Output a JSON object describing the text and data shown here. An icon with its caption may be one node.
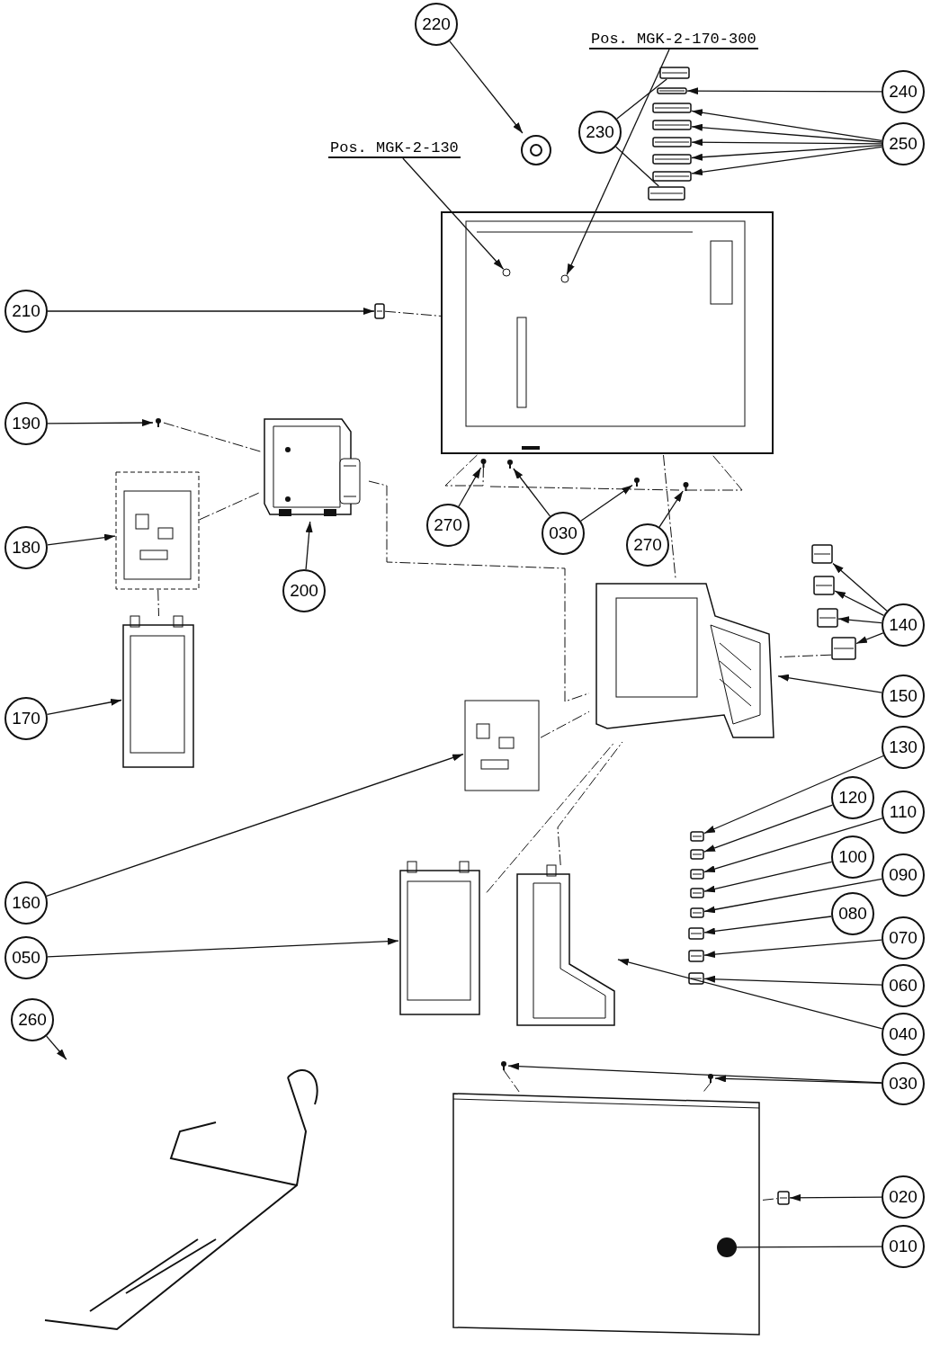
{
  "diagram": {
    "nodes": [
      {
        "text": [
          "Pos. MGK-2-170-300"
        ]
      },
      {
        "text": [
          "Pos. MGK-2-130"
        ]
      },
      {
        "text": [
          "220"
        ]
      },
      {
        "text": [
          "230"
        ]
      },
      {
        "text": [
          "240"
        ]
      },
      {
        "text": [
          "250"
        ]
      },
      {
        "text": [
          "210"
        ]
      },
      {
        "text": [
          "190"
        ]
      },
      {
        "text": [
          "180"
        ]
      },
      {
        "text": [
          "200"
        ]
      },
      {
        "text": [
          "270"
        ]
      },
      {
        "text": [
          "030"
        ]
      },
      {
        "text": [
          "270"
        ]
      },
      {
        "text": [
          "140"
        ]
      },
      {
        "text": [
          "170"
        ]
      },
      {
        "text": [
          "150"
        ]
      },
      {
        "text": [
          "130"
        ]
      },
      {
        "text": [
          "120"
        ]
      },
      {
        "text": [
          "110"
        ]
      },
      {
        "text": [
          "100"
        ]
      },
      {
        "text": [
          "090"
        ]
      },
      {
        "text": [
          "080"
        ]
      },
      {
        "text": [
          "070"
        ]
      },
      {
        "text": [
          "060"
        ]
      },
      {
        "text": [
          "160"
        ]
      },
      {
        "text": [
          "050"
        ]
      },
      {
        "text": [
          "040"
        ]
      },
      {
        "text": [
          "030"
        ]
      },
      {
        "text": [
          "020"
        ]
      },
      {
        "text": [
          "010"
        ]
      },
      {
        "text": [
          "260"
        ]
      },
      {
        "text": [],
        "shape": "picture"
      },
      {
        "text": [],
        "shape": "picture"
      },
      {
        "text": [],
        "shape": "picture"
      },
      {
        "text": [],
        "shape": "picture"
      },
      {
        "text": [],
        "shape": "picture"
      },
      {
        "text": [],
        "shape": "picture"
      },
      {
        "text": [],
        "shape": "picture"
      },
      {
        "text": [],
        "shape": "picture"
      },
      {
        "text": [],
        "shape": "picture"
      },
      {
        "text": [],
        "shape": "picture"
      },
      {
        "text": [],
        "shape": "circle",
        "in": 40
      },
      {
        "text": [],
        "shape": "circle",
        "in": 40
      },
      {
        "text": [],
        "shape": "picture"
      },
      {
        "text": [],
        "shape": "picture"
      },
      {
        "text": [],
        "shape": "picture"
      },
      {
        "text": [],
        "shape": "picture"
      },
      {
        "text": [],
        "shape": "picture"
      },
      {
        "text": [],
        "shape": "picture"
      },
      {
        "text": [],
        "shape": "picture"
      },
      {
        "text": [],
        "shape": "picture"
      },
      {
        "text": [],
        "shape": "picture"
      },
      {
        "text": [],
        "shape": "picture"
      },
      {
        "text": [],
        "shape": "picture"
      },
      {
        "text": [],
        "shape": "picture"
      },
      {
        "text": [],
        "shape": "picture"
      },
      {
        "text": [],
        "shape": "picture"
      },
      {
        "text": [],
        "shape": "picture"
      },
      {
        "text": [],
        "shape": "picture"
      },
      {
        "text": [],
        "shape": "picture"
      },
      {
        "text": [],
        "shape": "picture"
      },
      {
        "text": [],
        "shape": "picture"
      },
      {
        "text": [],
        "shape": "picture"
      },
      {
        "text": [],
        "shape": "picture"
      },
      {
        "text": [],
        "shape": "picture"
      },
      {
        "text": [],
        "shape": "picture"
      },
      {
        "text": [],
        "shape": "picture"
      },
      {
        "text": [],
        "shape": "picture"
      },
      {
        "text": [],
        "shape": "picture"
      },
      {
        "text": [],
        "shape": "picture"
      },
      {
        "text": [],
        "shape": "picture"
      },
      {
        "text": [],
        "shape": "picture"
      },
      {
        "text": [],
        "shape": "circle",
        "in": 70
      },
      {
        "text": [],
        "shape": "picture"
      }
    ],
    "edges": [
      {
        "from": 0,
        "to": 42,
        "arrow": "to"
      },
      {
        "from": 1,
        "to": 41,
        "arrow": "to"
      },
      {
        "from": 2,
        "to": 31,
        "arrow": "to"
      },
      {
        "from": 3,
        "to": 32,
        "arrow": "none"
      },
      {
        "from": 3,
        "to": 39,
        "arrow": "none"
      },
      {
        "from": 4,
        "to": 33,
        "arrow": "to"
      },
      {
        "from": 5,
        "to": 34,
        "arrow": "to"
      },
      {
        "from": 5,
        "to": 35,
        "arrow": "to"
      },
      {
        "from": 5,
        "to": 36,
        "arrow": "to"
      },
      {
        "from": 5,
        "to": 37,
        "arrow": "to"
      },
      {
        "from": 5,
        "to": 38,
        "arrow": "to"
      },
      {
        "from": 6,
        "to": 43,
        "arrow": "to"
      },
      {
        "from": 7,
        "to": 44,
        "arrow": "to"
      },
      {
        "from": 8,
        "to": 45,
        "arrow": "to"
      },
      {
        "from": 9,
        "to": 46,
        "arrow": "to"
      },
      {
        "from": 10,
        "to": 47,
        "arrow": "to"
      },
      {
        "from": 11,
        "to": 48,
        "arrow": "to"
      },
      {
        "from": 11,
        "to": 49,
        "arrow": "to"
      },
      {
        "from": 12,
        "to": 50,
        "arrow": "to"
      },
      {
        "from": 13,
        "to": 52,
        "arrow": "to"
      },
      {
        "from": 13,
        "to": 53,
        "arrow": "to"
      },
      {
        "from": 13,
        "to": 54,
        "arrow": "to"
      },
      {
        "from": 13,
        "to": 55,
        "arrow": "to"
      },
      {
        "from": 14,
        "to": 56,
        "arrow": "to"
      },
      {
        "from": 15,
        "to": 51,
        "arrow": "to"
      },
      {
        "from": 16,
        "to": 57,
        "arrow": "to"
      },
      {
        "from": 17,
        "to": 58,
        "arrow": "to"
      },
      {
        "from": 18,
        "to": 59,
        "arrow": "to"
      },
      {
        "from": 19,
        "to": 60,
        "arrow": "to"
      },
      {
        "from": 20,
        "to": 61,
        "arrow": "to"
      },
      {
        "from": 21,
        "to": 62,
        "arrow": "to"
      },
      {
        "from": 22,
        "to": 63,
        "arrow": "to"
      },
      {
        "from": 23,
        "to": 64,
        "arrow": "to"
      },
      {
        "from": 24,
        "to": 65,
        "arrow": "to"
      },
      {
        "from": 25,
        "to": 66,
        "arrow": "to"
      },
      {
        "from": 26,
        "to": 67,
        "arrow": "to"
      },
      {
        "from": 27,
        "to": 68,
        "arrow": "to"
      },
      {
        "from": 27,
        "to": 69,
        "arrow": "to"
      },
      {
        "from": 28,
        "to": 71,
        "arrow": "to"
      },
      {
        "from": 29,
        "to": 72,
        "arrow": "none"
      },
      {
        "from": 30,
        "to": 73,
        "arrow": "to"
      },
      {
        "from": 43,
        "to": 40,
        "arrow": "none",
        "style": "dashed"
      },
      {
        "from": 44,
        "to": 46,
        "arrow": "none",
        "style": "dashed"
      },
      {
        "from": 45,
        "to": 46,
        "arrow": "none",
        "style": "dashed"
      },
      {
        "from": 45,
        "to": 56,
        "arrow": "none",
        "style": "dashed"
      },
      {
        "from": 40,
        "to": 51,
        "arrow": "none",
        "style": "dashed"
      },
      {
        "from": 46,
        "to": 51,
        "arrow": "none",
        "style": "dashed"
      },
      {
        "from": 65,
        "to": 51,
        "arrow": "none",
        "style": "dashed"
      },
      {
        "from": 66,
        "to": 51,
        "arrow": "none",
        "style": "dashed"
      },
      {
        "from": 67,
        "to": 51,
        "arrow": "none",
        "style": "dashed"
      },
      {
        "from": 55,
        "to": 51,
        "arrow": "none",
        "style": "dashed"
      },
      {
        "from": 68,
        "to": 70,
        "arrow": "none",
        "style": "dashed"
      },
      {
        "from": 69,
        "to": 70,
        "arrow": "none",
        "style": "dashed"
      },
      {
        "from": 70,
        "to": 71,
        "arrow": "none",
        "style": "dashed"
      },
      {
        "from": 40,
        "to": 47,
        "arrow": "none",
        "style": "dashed"
      },
      {
        "from": 50,
        "to": 40,
        "arrow": "none",
        "style": "dashed"
      }
    ]
  }
}
